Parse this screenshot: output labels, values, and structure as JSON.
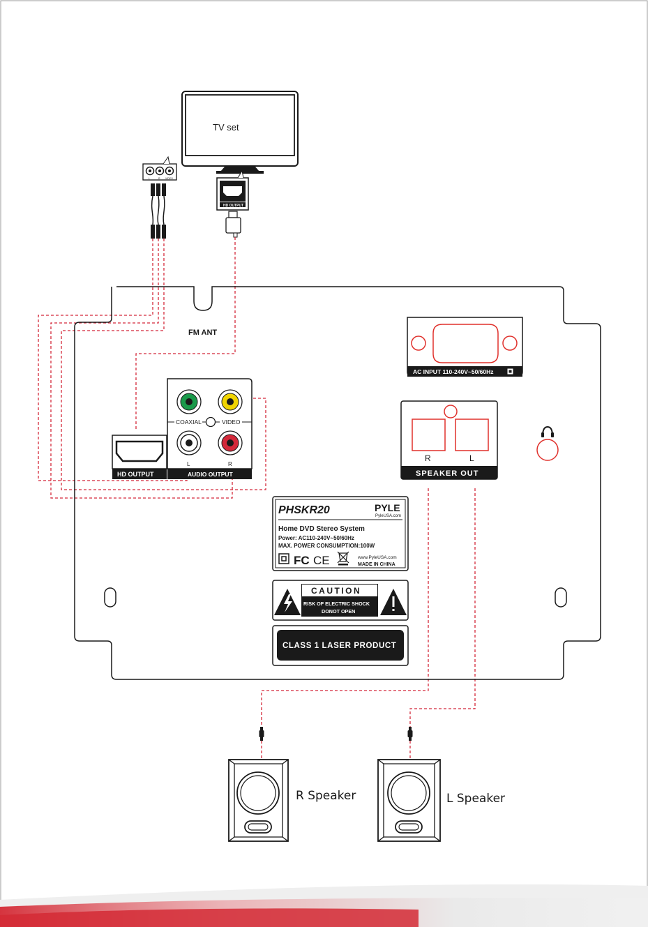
{
  "tv": {
    "label": "TV set"
  },
  "rca_plug_labels": {
    "l": "L",
    "r": "R",
    "video": "VIDEO"
  },
  "hdmi_plug_label": "HD OUTPUT",
  "panel": {
    "fm_ant": "FM ANT",
    "ac_input": "AC  INPUT  110-240V~50/60Hz",
    "coaxial": "COAXIAL",
    "video": "VIDEO",
    "audio_l": "L",
    "audio_r": "R",
    "audio_output": "AUDIO  OUTPUT",
    "hd_output": "HD OUTPUT",
    "speaker_r": "R",
    "speaker_l": "L",
    "speaker_out": "SPEAKER  OUT"
  },
  "rating_label": {
    "model": "PHSKR20",
    "brand": "PYLE",
    "brand_url": "PyleUSA.com",
    "product": "Home DVD Stereo System",
    "power": "Power: AC110-240V~50/60Hz",
    "consumption": "MAX. POWER CONSUMPTION:100W",
    "fc": "FC",
    "ce": "CE",
    "website": "www.PyleUSA.com",
    "made_in": "MADE IN CHINA"
  },
  "caution": {
    "title": "CAUTION",
    "line1": "RISK OF ELECTRIC SHOCK",
    "line2": "DONOT OPEN"
  },
  "laser": "CLASS 1 LASER PRODUCT",
  "speakers": {
    "right": "R Speaker",
    "left": "L Speaker"
  },
  "colors": {
    "cable": "#d4283a",
    "jack_green": "#1a9a4a",
    "jack_yellow": "#f0d400",
    "jack_red": "#d4283a",
    "accent_red": "#e0312c"
  }
}
